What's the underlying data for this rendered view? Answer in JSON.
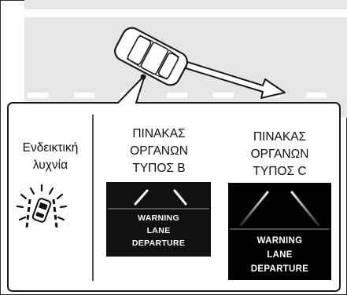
{
  "indicator_label": [
    "Ενδεικτική",
    "λυχνία"
  ],
  "panel_b": {
    "title": [
      "ΠΙΝΑΚΑΣ",
      "ΟΡΓΑΝΩΝ",
      "ΤΥΠΟΣ Β"
    ],
    "warning": [
      "WARNING",
      "LANE",
      "DEPARTURE"
    ]
  },
  "panel_c": {
    "title": [
      "ΠΙΝΑΚΑΣ",
      "ΟΡΓΑΝΩΝ",
      "ΤΥΠΟΣ C"
    ],
    "warning": [
      "WARNING",
      "LANE",
      "DEPARTURE"
    ]
  },
  "colors": {
    "road": "#e6e6e6",
    "panel_bg": "#111111",
    "panel_c_bg": "#000000",
    "border": "#2b2b2b"
  },
  "icons": [
    "car-icon",
    "arrow-icon",
    "lane-departure-indicator-icon",
    "lane-lines-icon"
  ]
}
